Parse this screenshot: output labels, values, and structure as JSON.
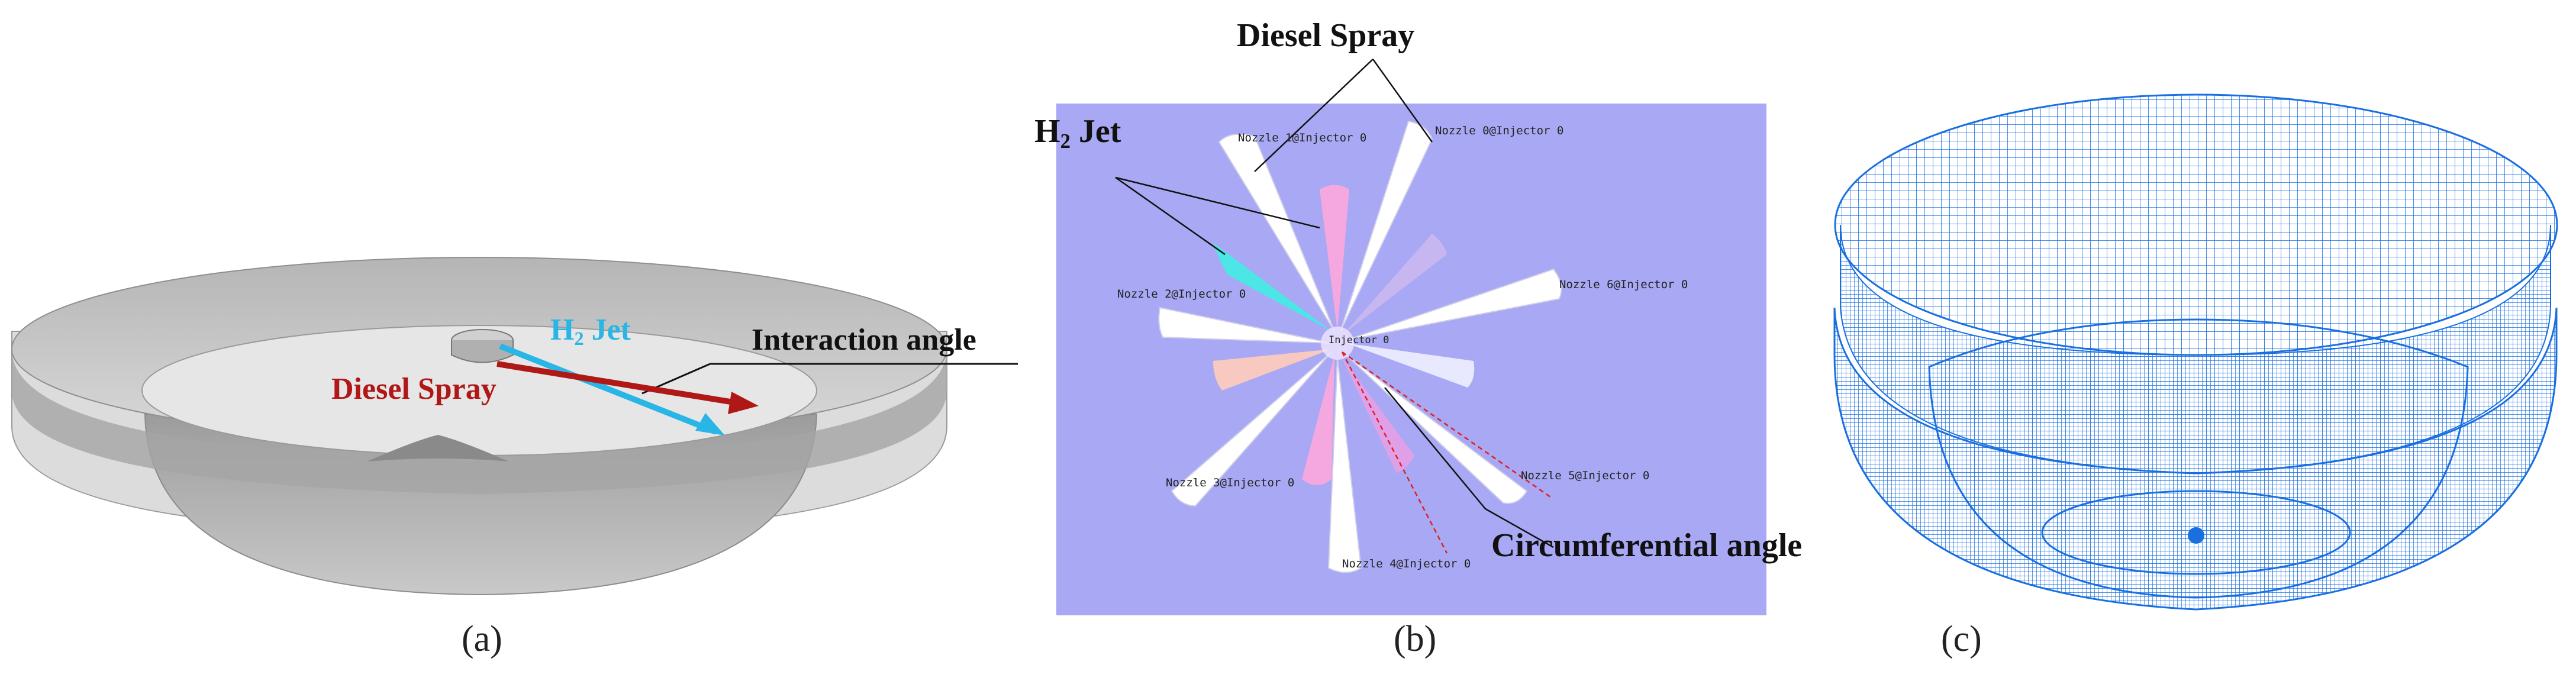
{
  "panel_a": {
    "caption": "(a)",
    "h2_jet_label": {
      "main": "H",
      "sub": "2",
      "tail": " Jet"
    },
    "diesel_spray_label": "Diesel Spray",
    "interaction_angle_label": "Interaction angle",
    "colors": {
      "h2": "#29b6e6",
      "diesel": "#b01818"
    }
  },
  "panel_b": {
    "caption": "(b)",
    "diesel_spray_label": "Diesel Spray",
    "h2_jet_label": {
      "main": "H",
      "sub": "2",
      "tail": " Jet"
    },
    "circumferential_angle_label": "Circumferential angle",
    "nozzle_labels": [
      "Nozzle 1@Injector 0",
      "Nozzle 0@Injector 0",
      "Nozzle 2@Injector 0",
      "Nozzle 6@Injector 0",
      "Nozzle 3@Injector 0",
      "Nozzle 5@Injector 0",
      "Nozzle 4@Injector 0"
    ],
    "center_label": "Injector 0",
    "background": "#a8a8f4"
  },
  "panel_c": {
    "caption": "(c)",
    "mesh_color": "#1a6fe0"
  }
}
